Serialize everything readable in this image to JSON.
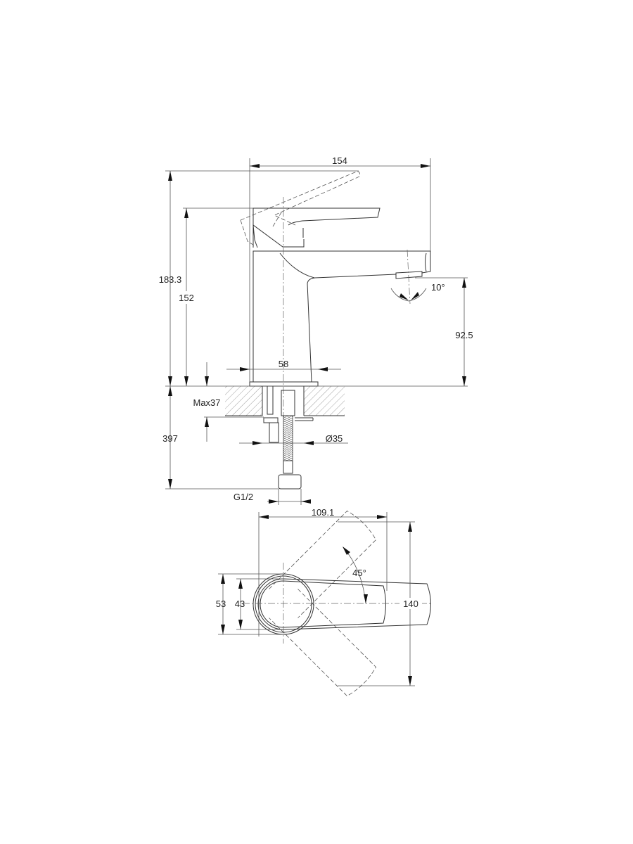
{
  "dimensions": {
    "overall_width": "154",
    "overall_height": "183.3",
    "lever_height": "152",
    "spout_angle": "10°",
    "spout_height": "92.5",
    "base_width": "58",
    "max_counter_thickness": "Max37",
    "hose_length": "397",
    "hole_diameter": "Ø35",
    "thread": "G1/2",
    "top_length": "109.1",
    "outer_diameter": "53",
    "inner_diameter": "43",
    "lever_rotation": "45°",
    "lever_sweep": "140"
  }
}
